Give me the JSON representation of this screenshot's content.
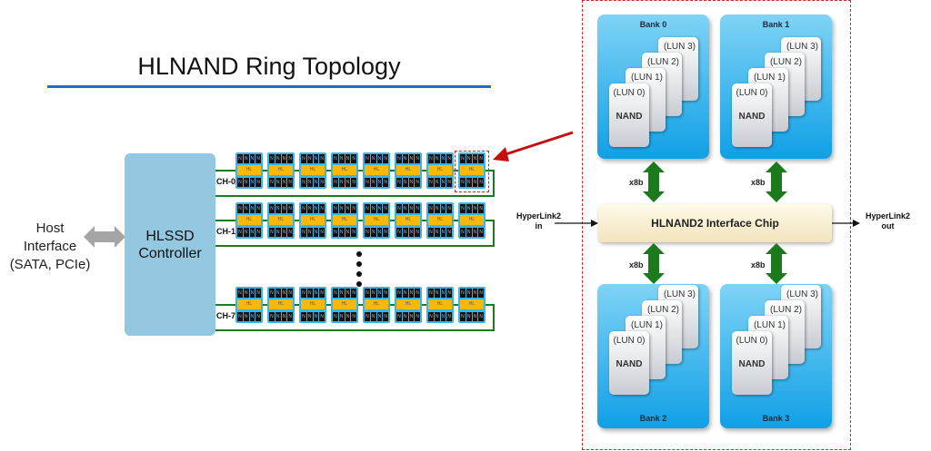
{
  "title": "HLNAND Ring Topology",
  "host": {
    "line1": "Host",
    "line2": "Interface",
    "line3": "(SATA, PCIe)"
  },
  "controller": {
    "line1": "HLSSD",
    "line2": "Controller"
  },
  "channels": [
    {
      "label": "CH-0",
      "highlighted_module": 8
    },
    {
      "label": "CH-1"
    },
    {
      "label": "CH-7"
    }
  ],
  "module": {
    "nand_letter": "N",
    "hl_label": "HL",
    "count_per_channel": 8
  },
  "interface_chip": "HLNAND2 Interface Chip",
  "bus_width": "x8b",
  "hyperlink_in": {
    "line1": "HyperLink2",
    "line2": "in"
  },
  "hyperlink_out": {
    "line1": "HyperLink2",
    "line2": "out"
  },
  "banks": [
    {
      "name": "Bank 0"
    },
    {
      "name": "Bank 1"
    },
    {
      "name": "Bank 2"
    },
    {
      "name": "Bank 3"
    }
  ],
  "luns": [
    "(LUN 0)",
    "(LUN 1)",
    "(LUN 2)",
    "(LUN 3)"
  ],
  "nand_label": "NAND",
  "colors": {
    "controller": "#93c8e0",
    "module": "#37b6ee",
    "hl": "#f6b80b",
    "bus": "#1b7a1b",
    "highlight": "#dd2222",
    "title_rule": "#1f6fc9"
  }
}
